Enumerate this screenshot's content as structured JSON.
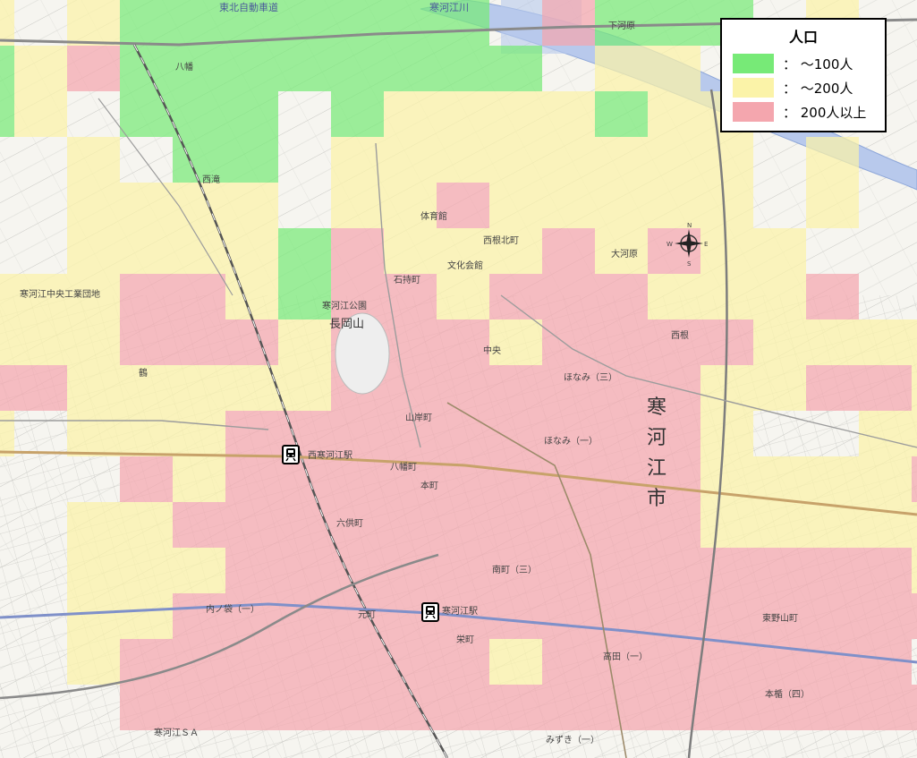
{
  "legend": {
    "title": "人口",
    "items": [
      {
        "label": "：  〜100人",
        "color": "#77ea77"
      },
      {
        "label": "：  〜200人",
        "color": "#fbf3a8"
      },
      {
        "label": "：  200人以上",
        "color": "#f4a6ae"
      }
    ]
  },
  "city_name_chars": [
    "寒",
    "河",
    "江",
    "市"
  ],
  "place_labels": {
    "park": "寒河江公園",
    "hill": "長岡山",
    "industrial": "寒河江中央工業団地",
    "gym": "体育館",
    "culture": "文化会館",
    "shimogawara": "下河原",
    "kamigawara": "大河原",
    "nishine": "西根",
    "nishinekita": "西根北町",
    "hanami": "ほなみ（三）",
    "hanami1": "ほなみ（一）",
    "yamagishi": "山岸町",
    "chuo": "中央",
    "hachiman": "八幡町",
    "rokugo": "六供町",
    "honcho": "本町",
    "motomachi": "元町",
    "nanmachi": "南町（三）",
    "takada": "高田（一）",
    "mizuki": "みずき（一）",
    "shimoyama": "東野山町",
    "honbashi": "本楯（四）",
    "sakae": "栄町",
    "uchinobukuro": "内ノ袋（一）",
    "ishimochi": "石持町",
    "sagae_sa": "寒河江ＳＡ",
    "hachiman2": "八幡",
    "nishitaki": "西滝",
    "tsuruga": "鶴"
  },
  "road_labels": {
    "expressway": "東北自動車道",
    "river": "寒河江川"
  },
  "stations": [
    {
      "name": "西寒河江駅"
    },
    {
      "name": "寒河江駅"
    }
  ]
}
